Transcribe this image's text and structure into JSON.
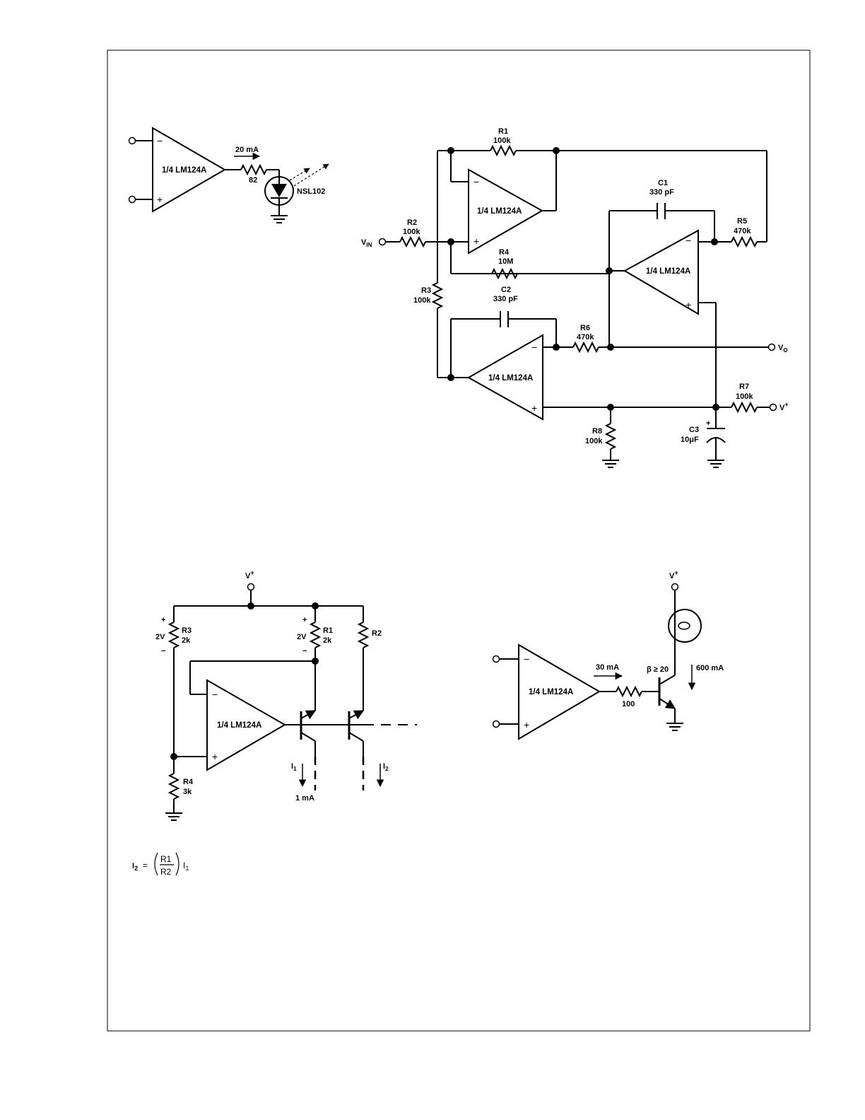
{
  "opamp_label": "1/4 LM124A",
  "led_driver": {
    "current": "20 mA",
    "resistor": "82",
    "led": "NSL102",
    "minus": "−",
    "plus": "+"
  },
  "filter": {
    "r1": {
      "name": "R1",
      "value": "100k"
    },
    "r2": {
      "name": "R2",
      "value": "100k"
    },
    "r3": {
      "name": "R3",
      "value": "100k"
    },
    "r4": {
      "name": "R4",
      "value": "10M"
    },
    "r5": {
      "name": "R5",
      "value": "470k"
    },
    "r6": {
      "name": "R6",
      "value": "470k"
    },
    "r7": {
      "name": "R7",
      "value": "100k"
    },
    "r8": {
      "name": "R8",
      "value": "100k"
    },
    "c1": {
      "name": "C1",
      "value": "330 pF"
    },
    "c2": {
      "name": "C2",
      "value": "330 pF"
    },
    "c3": {
      "name": "C3",
      "value": "10μF"
    },
    "vin": "V",
    "vin_sub": "IN",
    "vo": "V",
    "vo_sub": "O",
    "vplus": "V",
    "vplus_sup": "+",
    "c3_plus": "+"
  },
  "current_mirror": {
    "vplus": "V",
    "vplus_sup": "+",
    "r3": {
      "name": "R3",
      "value": "2k",
      "voltage": "2V"
    },
    "r1": {
      "name": "R1",
      "value": "2k",
      "voltage": "2V"
    },
    "r2": {
      "name": "R2"
    },
    "r4": {
      "name": "R4",
      "value": "3k"
    },
    "i1": "I",
    "i1_sub": "1",
    "i2": "I",
    "i2_sub": "2",
    "i1_value": "1 mA",
    "plus": "+",
    "minus": "−"
  },
  "formula": {
    "lhs": "I",
    "lhs_sub": "2",
    "eq": "=",
    "num": "R1",
    "den": "R2",
    "rhs": "I",
    "rhs_sub": "1"
  },
  "lamp_driver": {
    "vplus": "V",
    "vplus_sup": "+",
    "current_in": "30 mA",
    "resistor": "100",
    "beta": "β ≥ 20",
    "current_out": "600 mA"
  }
}
